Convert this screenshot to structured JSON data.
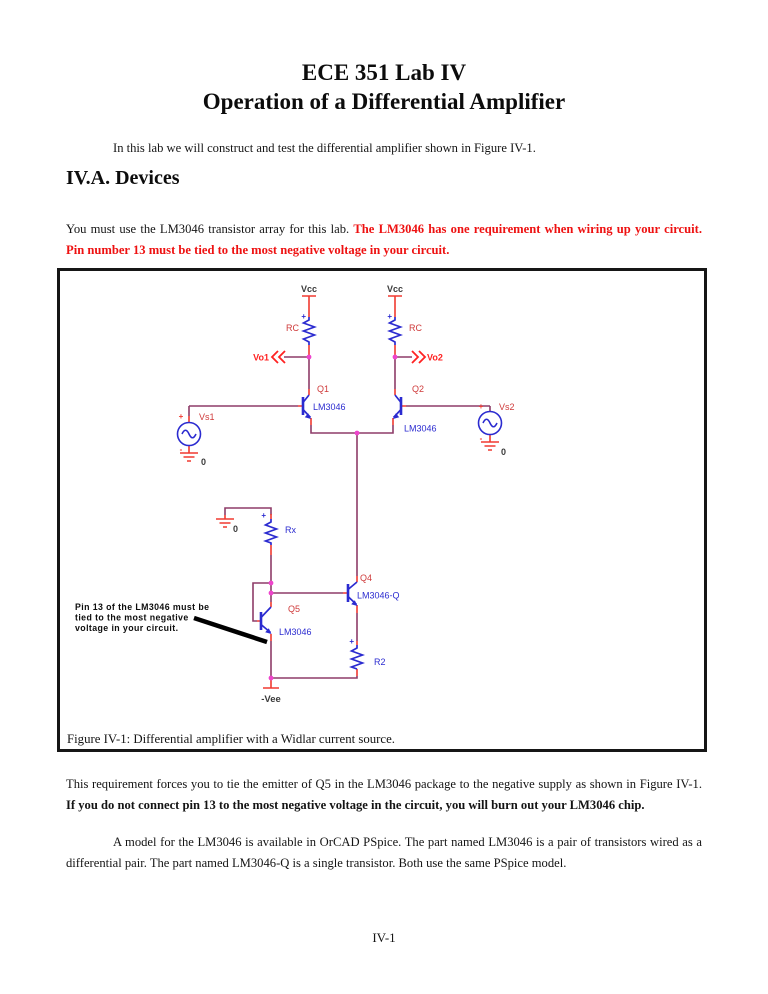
{
  "document": {
    "title_line1": "ECE 351 Lab IV",
    "title_line2": "Operation of a Differential Amplifier",
    "intro_paragraph": "In this lab we will construct and test  the differential amplifier shown in Figure IV-1.",
    "section_heading": "IV.A. Devices",
    "devices_paragraph_normal": "You must use the LM3046 transistor array for this lab. ",
    "devices_paragraph_warning": "The LM3046 has one requirement when wiring up your circuit. Pin number 13 must be tied to the most negative voltage in your circuit.",
    "requirement_paragraph_normal": "This requirement forces you to tie the emitter of Q5 in the LM3046 package to the negative supply as shown in Figure IV-1. ",
    "requirement_paragraph_bold": "If you do not connect pin 13 to the most negative voltage in the circuit, you will burn out your LM3046 chip.",
    "model_paragraph": "A model for the LM3046 is available in OrCAD PSpice. The part named LM3046 is a pair of transistors wired as a differential pair. The part named LM3046-Q is a single transistor. Both use the same PSpice model.",
    "page_number": "IV-1"
  },
  "figure": {
    "caption": "Figure IV-1: Differential amplifier with a Widlar current source.",
    "annotation_line1": "Pin 13 of the LM3046 must be",
    "annotation_line2": "tied to the most negative",
    "annotation_line3": "voltage in your circuit.",
    "labels": {
      "vcc_left": "Vcc",
      "vcc_right": "Vcc",
      "rc_left": "RC",
      "rc_right": "RC",
      "vo1": "Vo1",
      "vo2": "Vo2",
      "q1_ref": "Q1",
      "q1_value": "LM3046",
      "q2_ref": "Q2",
      "q2_value": "LM3046",
      "q4_ref": "Q4",
      "q4_value": "LM3046-Q",
      "q5_ref": "Q5",
      "q5_value": "LM3046",
      "vs1": "Vs1",
      "vs2": "Vs2",
      "rx": "Rx",
      "r2": "R2",
      "gnd_vs1": "0",
      "gnd_vs2": "0",
      "gnd_rx": "0",
      "vee": "-Vee",
      "plus": "+",
      "minus": "-"
    }
  },
  "colors": {
    "warning_red": "#ee1111",
    "schematic_component_blue": "#2b2bd0",
    "schematic_pin_red": "#f03a30",
    "schematic_ref_red": "#cf3a3a",
    "port_red": "#ff2222",
    "wire_maroon": "#8e3c68",
    "junction_magenta": "#ee44cc",
    "text_black": "#111111"
  }
}
